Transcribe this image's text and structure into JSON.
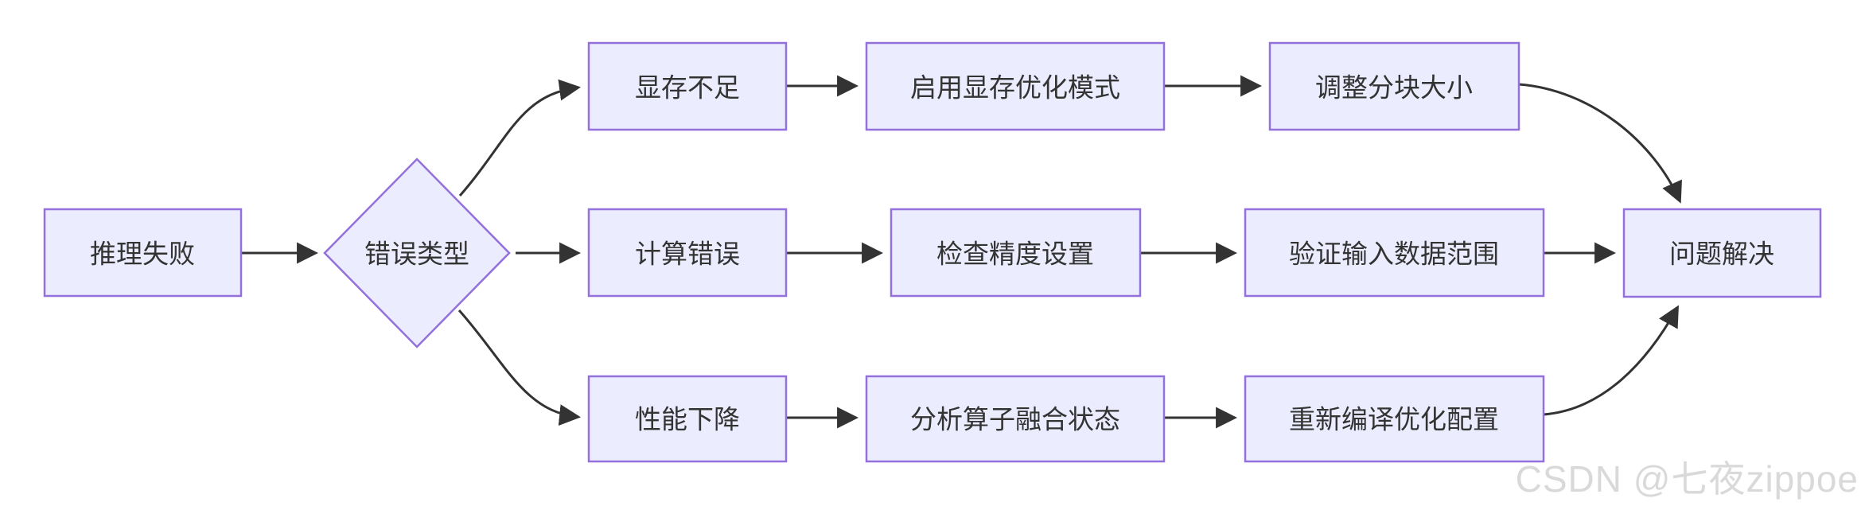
{
  "diagram": {
    "type": "flowchart",
    "direction": "left-to-right",
    "nodes": {
      "start": {
        "label": "推理失败",
        "shape": "rect"
      },
      "decision": {
        "label": "错误类型",
        "shape": "diamond"
      },
      "branch1": {
        "label": "显存不足",
        "shape": "rect"
      },
      "branch1_step1": {
        "label": "启用显存优化模式",
        "shape": "rect"
      },
      "branch1_step2": {
        "label": "调整分块大小",
        "shape": "rect"
      },
      "branch2": {
        "label": "计算错误",
        "shape": "rect"
      },
      "branch2_step1": {
        "label": "检查精度设置",
        "shape": "rect"
      },
      "branch2_step2": {
        "label": "验证输入数据范围",
        "shape": "rect"
      },
      "branch3": {
        "label": "性能下降",
        "shape": "rect"
      },
      "branch3_step1": {
        "label": "分析算子融合状态",
        "shape": "rect"
      },
      "branch3_step2": {
        "label": "重新编译优化配置",
        "shape": "rect"
      },
      "end": {
        "label": "问题解决",
        "shape": "rect"
      }
    },
    "edges": [
      {
        "from": "start",
        "to": "decision"
      },
      {
        "from": "decision",
        "to": "branch1"
      },
      {
        "from": "decision",
        "to": "branch2"
      },
      {
        "from": "decision",
        "to": "branch3"
      },
      {
        "from": "branch1",
        "to": "branch1_step1"
      },
      {
        "from": "branch1_step1",
        "to": "branch1_step2"
      },
      {
        "from": "branch1_step2",
        "to": "end"
      },
      {
        "from": "branch2",
        "to": "branch2_step1"
      },
      {
        "from": "branch2_step1",
        "to": "branch2_step2"
      },
      {
        "from": "branch2_step2",
        "to": "end"
      },
      {
        "from": "branch3",
        "to": "branch3_step1"
      },
      {
        "from": "branch3_step1",
        "to": "branch3_step2"
      },
      {
        "from": "branch3_step2",
        "to": "end"
      }
    ],
    "colors": {
      "node_fill": "#ECECFF",
      "node_border": "#9370DB",
      "edge": "#333333",
      "text": "#333333"
    }
  },
  "watermark": {
    "text": "CSDN @七夜zippoe",
    "color": "#D9D9D9"
  }
}
